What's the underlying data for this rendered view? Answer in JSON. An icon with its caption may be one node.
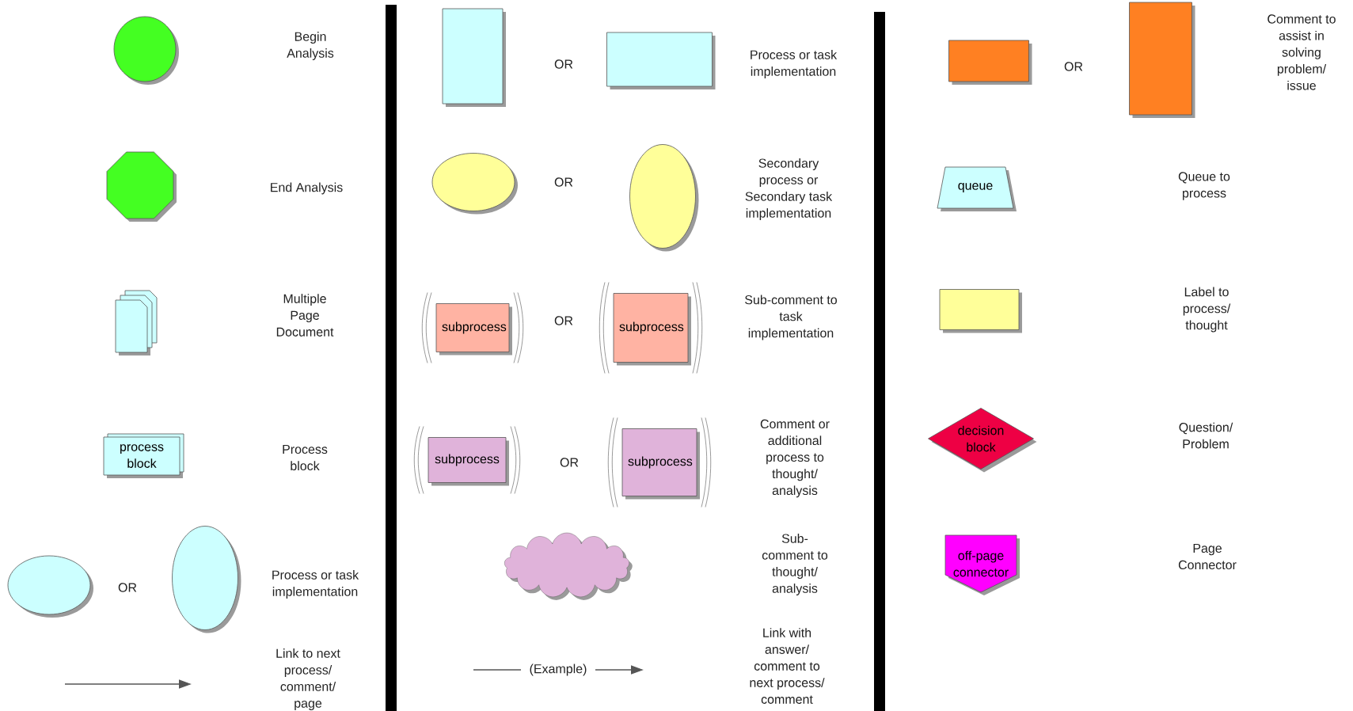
{
  "diagram": {
    "nodes": [
      {
        "text": [],
        "shape": "circle"
      },
      {
        "text": [],
        "shape": "octagon"
      },
      {
        "text": [],
        "shape": "document"
      },
      {
        "text": [
          "process block"
        ]
      },
      {
        "text": [],
        "shape": "ellipse"
      },
      {
        "text": [],
        "shape": "ellipse"
      },
      {
        "text": [],
        "shape": "box"
      },
      {
        "text": [],
        "shape": "box"
      },
      {
        "text": [],
        "shape": "ellipse"
      },
      {
        "text": [],
        "shape": "ellipse"
      },
      {
        "text": [
          "subprocess"
        ]
      },
      {
        "text": [
          "subprocess"
        ]
      },
      {
        "text": [
          "subprocess"
        ]
      },
      {
        "text": [
          "subprocess"
        ]
      },
      {
        "text": [],
        "shape": "cloud"
      },
      {
        "text": [],
        "shape": "box"
      },
      {
        "text": [],
        "shape": "box"
      },
      {
        "text": [
          "queue"
        ]
      },
      {
        "text": [],
        "shape": "box"
      },
      {
        "text": [
          "decision block"
        ]
      },
      {
        "text": [
          "off-page connector"
        ]
      },
      {
        "text": [],
        "shape": "bar"
      },
      {
        "text": [],
        "shape": "bar"
      }
    ],
    "labels": [
      "Begin Analysis",
      "End Analysis",
      "Multiple Page Document",
      "Process block",
      "OR",
      "Process or task implementation",
      "Link to next process/ comment/ page",
      "OR",
      "Process or task implementation",
      "OR",
      "Secondary process or Secondary task implementation",
      "OR",
      "Sub-comment to task implementation",
      "OR",
      "Comment or additional process to thought/ analysis",
      "Sub-comment to thought/ analysis",
      "(Example)",
      "Link with answer/ comment to next process/ comment",
      "OR",
      "Comment to assist in solving problem/ issue",
      "Queue to process",
      "Label to process/ thought",
      "Question/ Problem",
      "Page Connector"
    ]
  }
}
